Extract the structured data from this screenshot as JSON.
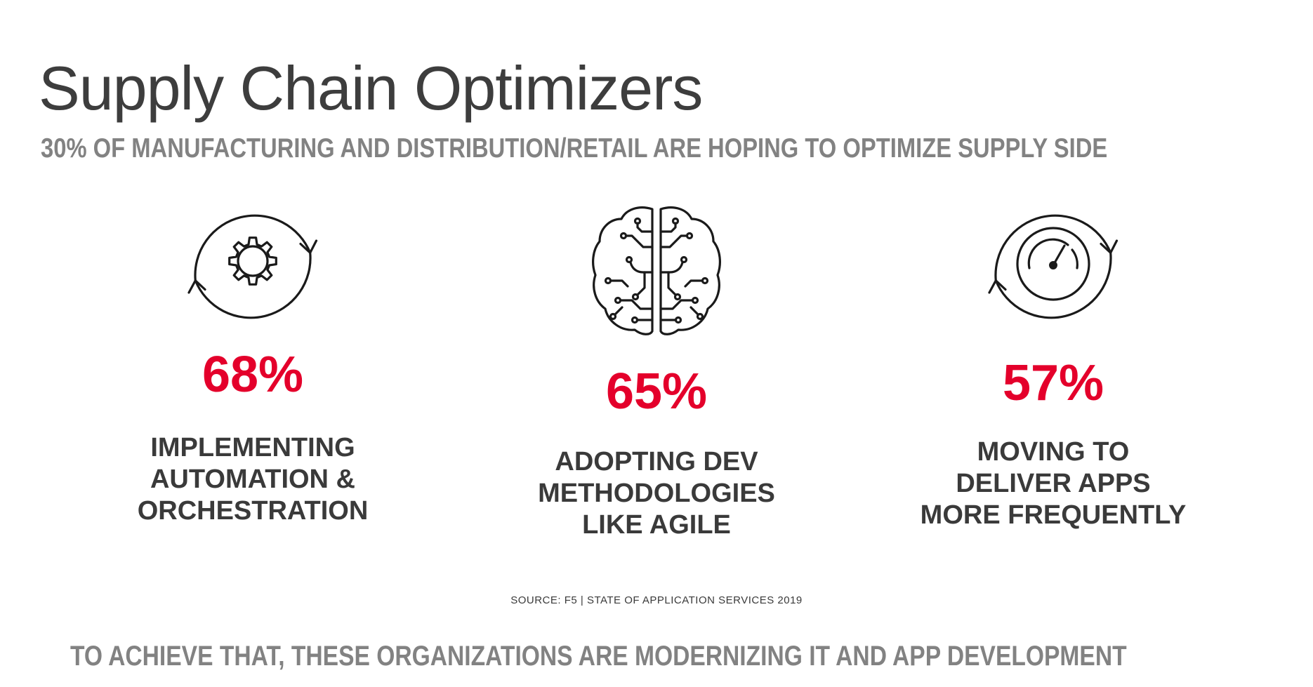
{
  "slide": {
    "title": "Supply Chain Optimizers",
    "subtitle": "30% OF MANUFACTURING AND DISTRIBUTION/RETAIL ARE HOPING TO OPTIMIZE SUPPLY SIDE",
    "stats": [
      {
        "icon": "gear-cycle-icon",
        "value": "68%",
        "lines": [
          "IMPLEMENTING",
          "AUTOMATION &",
          "ORCHESTRATION"
        ]
      },
      {
        "icon": "brain-circuit-icon",
        "value": "65%",
        "lines": [
          "ADOPTING DEV",
          "METHODOLOGIES",
          "LIKE AGILE"
        ]
      },
      {
        "icon": "speedometer-cycle-icon",
        "value": "57%",
        "lines": [
          "MOVING TO",
          "DELIVER APPS",
          "MORE FREQUENTLY"
        ]
      }
    ],
    "source": "SOURCE: F5 | STATE OF APPLICATION SERVICES 2019",
    "footer": "TO ACHIEVE THAT, THESE ORGANIZATIONS ARE MODERNIZING IT AND APP DEVELOPMENT"
  },
  "colors": {
    "accent": "#e4002b",
    "title": "#3d3d3d",
    "subtitle": "#828282",
    "body": "#3a3a3a"
  }
}
